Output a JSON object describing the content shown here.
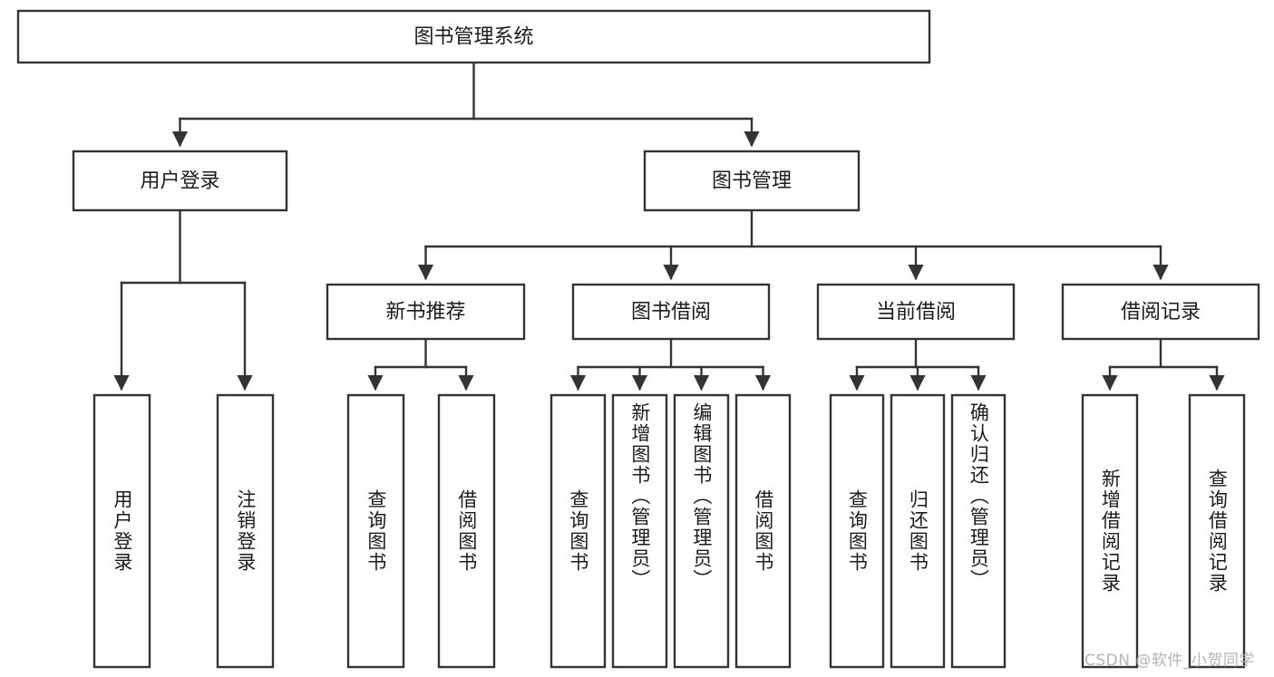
{
  "diagram": {
    "type": "tree",
    "title": "图书管理系统",
    "orientation": "top-down",
    "colors": {
      "box_stroke": "#333333",
      "box_fill": "#ffffff",
      "text": "#1b1b1b",
      "background": "#ffffff",
      "watermark": "#b4b4b4"
    },
    "root": {
      "label": "图书管理系统"
    },
    "level2": [
      {
        "label": "用户登录"
      },
      {
        "label": "图书管理"
      }
    ],
    "level3": [
      {
        "label": "新书推荐"
      },
      {
        "label": "图书借阅"
      },
      {
        "label": "当前借阅"
      },
      {
        "label": "借阅记录"
      }
    ],
    "leaves": {
      "user_login": [
        {
          "label": "用户登录"
        },
        {
          "label": "注销登录"
        }
      ],
      "new_book_recommend": [
        {
          "label": "查询图书"
        },
        {
          "label": "借阅图书"
        }
      ],
      "book_borrow": [
        {
          "label": "查询图书"
        },
        {
          "label": "新增图书（管理员）"
        },
        {
          "label": "编辑图书（管理员）"
        },
        {
          "label": "借阅图书"
        }
      ],
      "current_borrow": [
        {
          "label": "查询图书"
        },
        {
          "label": "归还图书"
        },
        {
          "label": "确认归还（管理员）"
        }
      ],
      "borrow_record": [
        {
          "label": "新增借阅记录"
        },
        {
          "label": "查询借阅记录"
        }
      ]
    }
  },
  "watermark": {
    "text": "CSDN @软件_小贺同学"
  }
}
